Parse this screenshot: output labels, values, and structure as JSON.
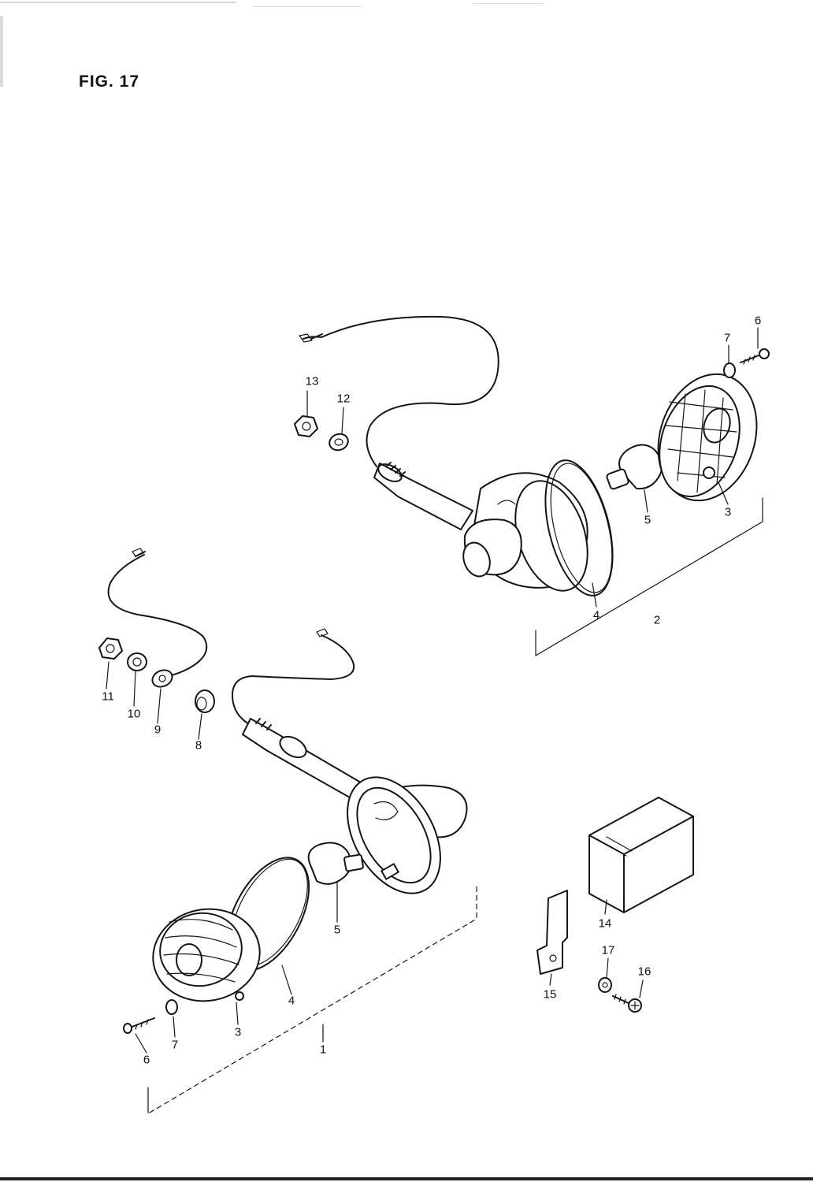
{
  "figure_title": "FIG. 17",
  "callouts": {
    "c1": "1",
    "c2": "2",
    "c3_top": "3",
    "c3_bot": "3",
    "c4_top": "4",
    "c4_bot": "4",
    "c5_top": "5",
    "c5_bot": "5",
    "c6_top": "6",
    "c6_bot": "6",
    "c7_top": "7",
    "c7_bot": "7",
    "c8": "8",
    "c9": "9",
    "c10": "10",
    "c11": "11",
    "c12": "12",
    "c13": "13",
    "c14": "14",
    "c15": "15",
    "c16": "16",
    "c17": "17"
  }
}
